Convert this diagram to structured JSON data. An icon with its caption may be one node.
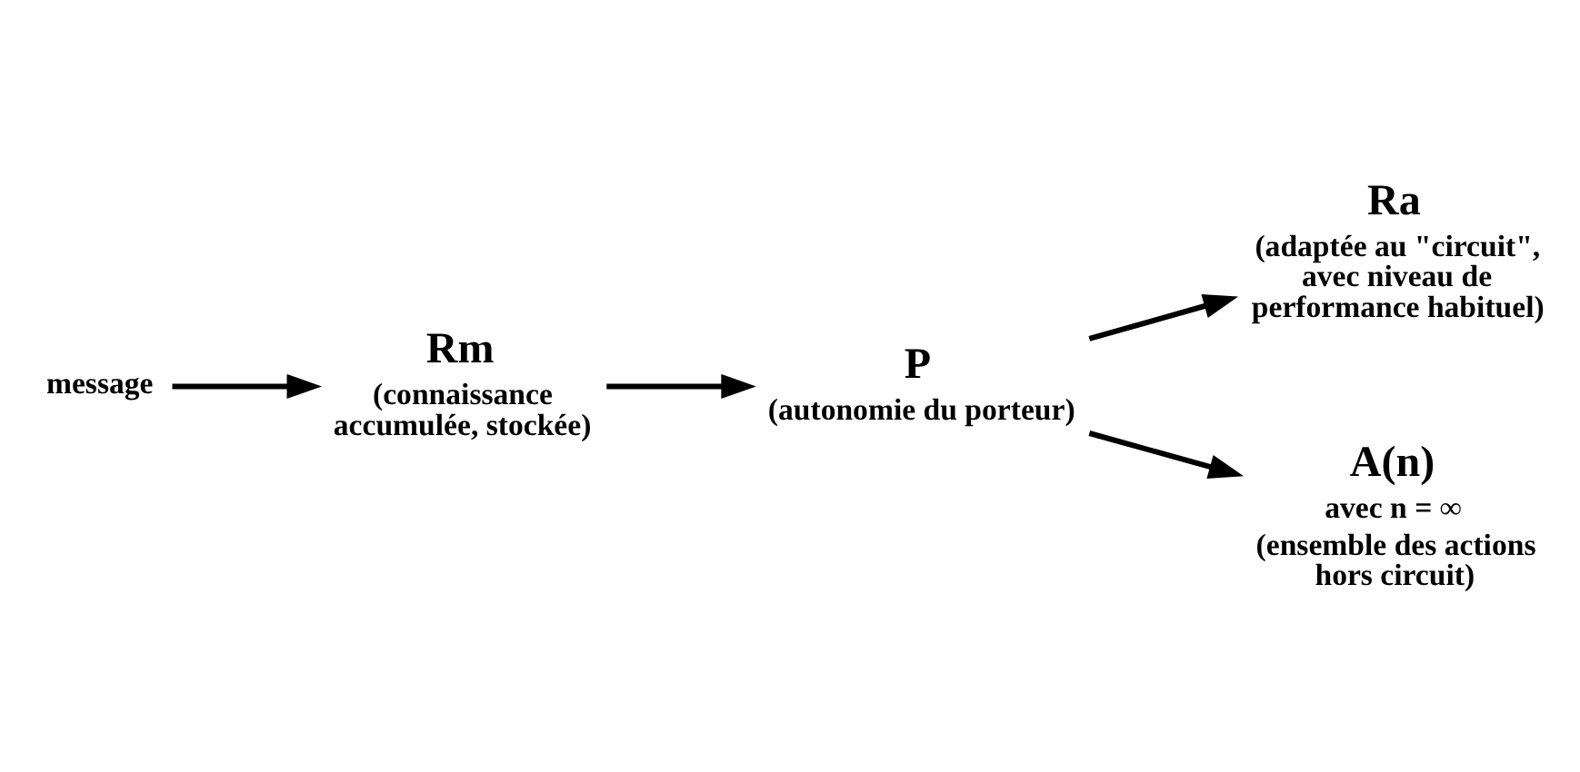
{
  "diagram": {
    "nodes": [
      {
        "text": [
          "message"
        ]
      },
      {
        "text": [
          "Rm",
          "(connaissance accumulée, stockée)"
        ]
      },
      {
        "text": [
          "P",
          "(autonomie du porteur)"
        ]
      },
      {
        "text": [
          "Ra",
          "(adaptée au \"circuit\", avec niveau de performance habituel)"
        ]
      },
      {
        "text": [
          "A(n)",
          "avec n = ∞",
          "(ensemble des actions hors circuit)"
        ]
      }
    ],
    "edges": [
      {
        "from": 0,
        "to": 1,
        "arrow": "to"
      },
      {
        "from": 1,
        "to": 2,
        "arrow": "to"
      },
      {
        "from": 2,
        "to": 3,
        "arrow": "to"
      },
      {
        "from": 2,
        "to": 4,
        "arrow": "to"
      }
    ]
  }
}
